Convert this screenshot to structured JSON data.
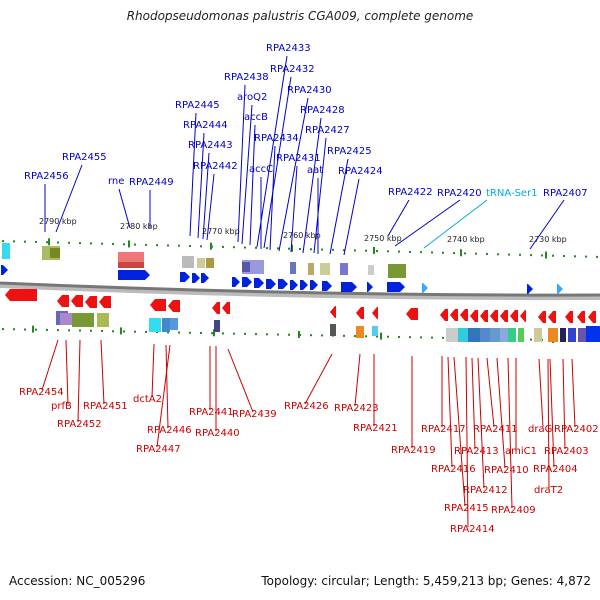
{
  "title": "Rhodopseudomonas palustris CGA009, complete genome",
  "footer": {
    "accession": "Accession: NC_005296",
    "summary": "Topology: circular; Length: 5,459,213 bp; Genes: 4,872"
  },
  "colors": {
    "forward_label": "#0000cc",
    "reverse_label": "#cc0000",
    "trna_label": "#00aadd",
    "axis_green": "#228822",
    "backbone": "#777777"
  },
  "scale_ticks": [
    "2790 kbp",
    "2780 kbp",
    "2770 kbp",
    "2760 kbp",
    "2750 kbp",
    "2740 kbp",
    "2730 kbp"
  ],
  "forward_genes": [
    "RPA2456",
    "RPA2455",
    "rne",
    "RPA2449",
    "RPA2445",
    "RPA2444",
    "RPA2443",
    "RPA2442",
    "RPA2438",
    "aroQ2",
    "accB",
    "RPA2433",
    "RPA2432",
    "accC",
    "RPA2434",
    "RPA2430",
    "RPA2431",
    "RPA2428",
    "RPA2427",
    "aat",
    "RPA2425",
    "RPA2424",
    "RPA2422",
    "RPA2420",
    "RPA2407"
  ],
  "trna_genes": [
    "tRNA-Ser1"
  ],
  "reverse_genes": [
    "RPA2454",
    "prfB",
    "RPA2452",
    "RPA2451",
    "dctA2",
    "RPA2446",
    "RPA2447",
    "RPA2441",
    "RPA2440",
    "RPA2439",
    "RPA2426",
    "RPA2423",
    "RPA2421",
    "RPA2419",
    "RPA2417",
    "RPA2416",
    "RPA2415",
    "RPA2414",
    "RPA2413",
    "RPA2412",
    "RPA2411",
    "RPA2410",
    "amiC1",
    "RPA2409",
    "draG",
    "RPA2404",
    "draT2",
    "RPA2403",
    "RPA2402"
  ]
}
